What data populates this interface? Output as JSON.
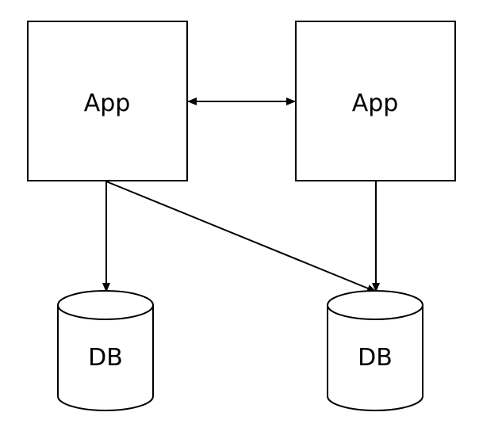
{
  "nodes": {
    "app_left": {
      "label": "App"
    },
    "app_right": {
      "label": "App"
    },
    "db_left": {
      "label": "DB"
    },
    "db_right": {
      "label": "DB"
    }
  },
  "edges": [
    {
      "from": "app_left",
      "to": "app_right",
      "direction": "both"
    },
    {
      "from": "app_left",
      "to": "db_left",
      "direction": "forward"
    },
    {
      "from": "app_left",
      "to": "db_right",
      "direction": "forward"
    },
    {
      "from": "app_right",
      "to": "db_right",
      "direction": "forward"
    }
  ],
  "colors": {
    "stroke": "#000000",
    "fill": "#ffffff",
    "background": "#ffffff"
  }
}
